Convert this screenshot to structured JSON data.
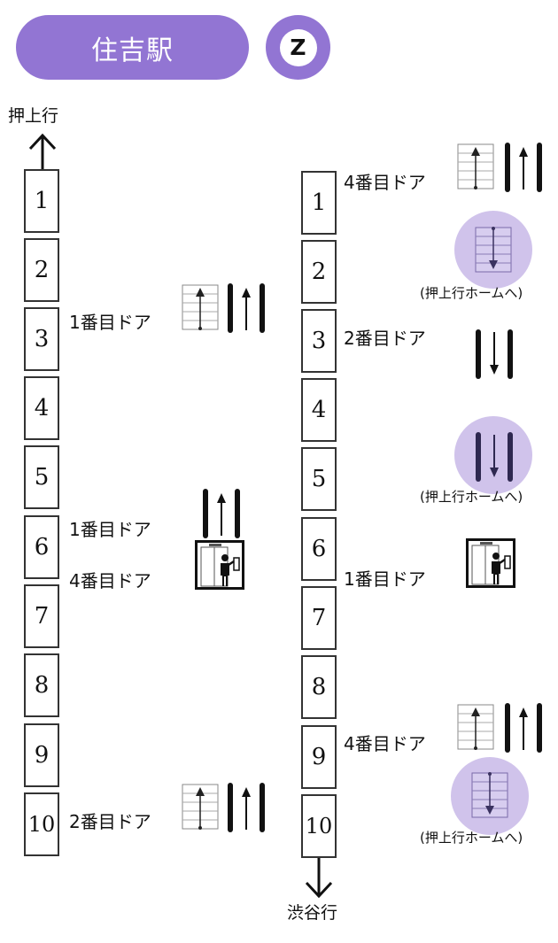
{
  "station": {
    "name": "住吉駅",
    "line_letter": "Z"
  },
  "colors": {
    "accent": "#9275d3",
    "halo": "#c8b9e8"
  },
  "directions": {
    "left_track": "押上行",
    "right_track": "渋谷行"
  },
  "left_track": {
    "cars": [
      "1",
      "2",
      "3",
      "4",
      "5",
      "6",
      "7",
      "8",
      "9",
      "10"
    ],
    "doors": [
      {
        "car": "3",
        "label": "1番目ドア",
        "facilities": [
          "escalator-up-icon",
          "stairs-up-icon"
        ]
      },
      {
        "car": "5-6",
        "label": "1番目ドア",
        "facilities": [
          "stairs-up-icon"
        ]
      },
      {
        "car": "6",
        "label": "4番目ドア",
        "facilities": [
          "elevator-icon"
        ]
      },
      {
        "car": "10",
        "label": "2番目ドア",
        "facilities": [
          "escalator-up-icon",
          "stairs-up-icon"
        ]
      }
    ]
  },
  "right_track": {
    "cars": [
      "1",
      "2",
      "3",
      "4",
      "5",
      "6",
      "7",
      "8",
      "9",
      "10"
    ],
    "doors": [
      {
        "car": "1",
        "label": "4番目ドア",
        "facilities": [
          "escalator-up-icon",
          "stairs-up-icon"
        ]
      },
      {
        "car": "2",
        "note": "(押上行ホームへ)",
        "facilities": [
          "escalator-down-icon"
        ]
      },
      {
        "car": "3",
        "label": "2番目ドア",
        "facilities": [
          "stairs-down-icon"
        ]
      },
      {
        "car": "5",
        "note": "(押上行ホームへ)",
        "facilities": [
          "stairs-down-icon"
        ]
      },
      {
        "car": "6",
        "label": "1番目ドア",
        "facilities": [
          "elevator-icon"
        ]
      },
      {
        "car": "9",
        "label": "4番目ドア",
        "facilities": [
          "escalator-up-icon",
          "stairs-up-icon"
        ]
      },
      {
        "car": "10",
        "note": "(押上行ホームへ)",
        "facilities": [
          "escalator-down-icon"
        ]
      }
    ]
  }
}
